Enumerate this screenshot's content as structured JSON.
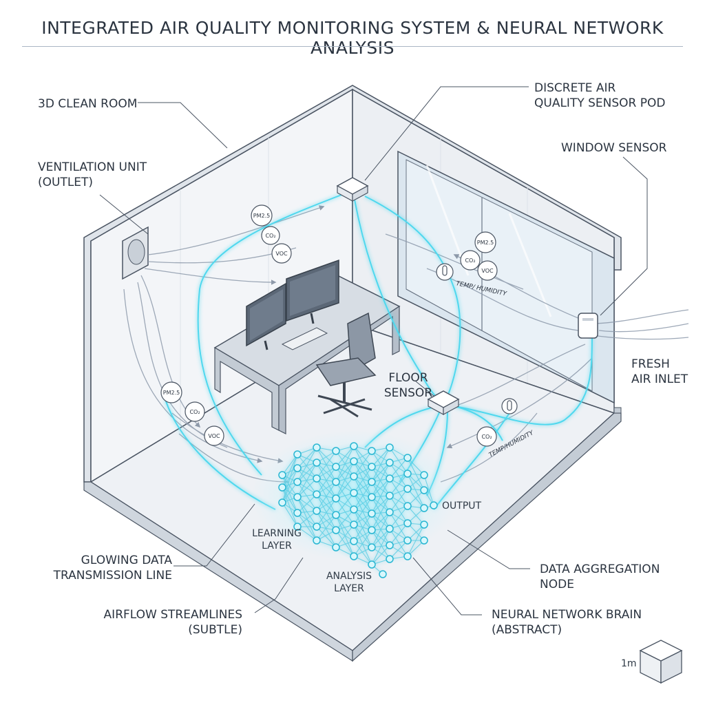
{
  "title": "INTEGRATED AIR QUALITY MONITORING SYSTEM & NEURAL NETWORK ANALYSIS",
  "labels": {
    "clean_room": "3D CLEAN ROOM",
    "ventilation_1": "VENTILATION UNIT",
    "ventilation_2": "(OUTLET)",
    "sensor_pod_1": "DISCRETE AIR",
    "sensor_pod_2": "QUALITY SENSOR POD",
    "window_sensor": "WINDOW SENSOR",
    "fresh_air_1": "FRESH",
    "fresh_air_2": "AIR INLET",
    "floor_sensor": "FLOOR",
    "floor_sensor_2": "SENSOR",
    "output": "OUTPUT",
    "learning_1": "LEARNING",
    "learning_2": "LAYER",
    "analysis_1": "ANALYSIS",
    "analysis_2": "LAYER",
    "glowing_1": "GLOWING DATA",
    "glowing_2": "TRANSMISSION LINE",
    "aggregation_1": "DATA AGGREGATION",
    "aggregation_2": "NODE",
    "airflow_1": "AIRFLOW STREAMLINES",
    "airflow_2": "(SUBTLE)",
    "brain_1": "NEURAL NETWORK BRAIN",
    "brain_2": "(ABSTRACT)",
    "scale": "1m"
  },
  "chips": {
    "pm_a": "PM2.5",
    "co2_a": "CO₂",
    "voc_a": "VOC",
    "pm_b": "PM2.5",
    "co2_b": "CO₂",
    "voc_b": "VOC",
    "temp_b": "TEMP/ HUMIDITY",
    "pm_c": "PM2.5",
    "co2_c": "CO₂",
    "voc_c": "VOC",
    "co2_d": "CO₂",
    "temp_d": "TEMP/HUMIDITY"
  },
  "colors": {
    "ink": "#2b3440",
    "wall": "#f1f3f6",
    "floor": "#e9edf2",
    "glow": "#4fd8ee",
    "stream": "#8d9aab"
  }
}
